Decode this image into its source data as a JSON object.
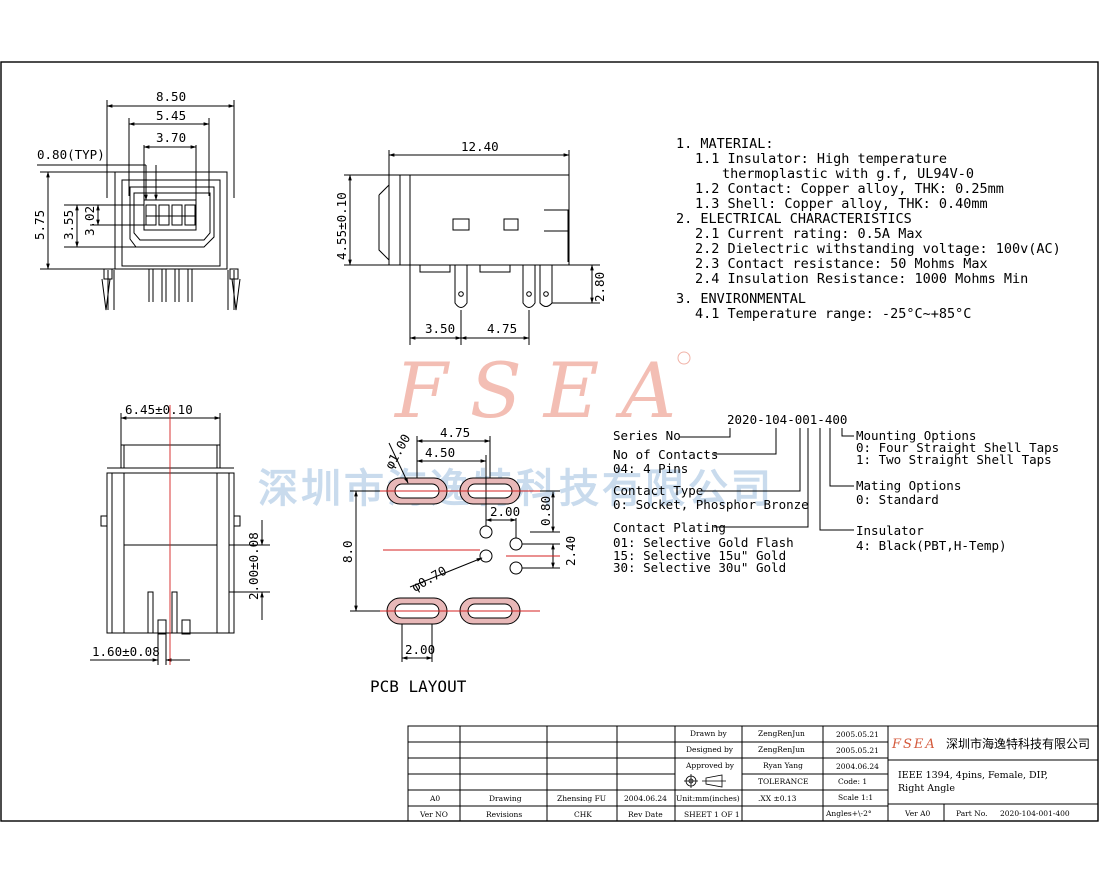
{
  "views": {
    "front": {
      "dims": [
        "8.50",
        "5.45",
        "3.70",
        "0.80(TYP)",
        "5.75",
        "3.55",
        "3.02"
      ]
    },
    "side": {
      "dims": [
        "12.40",
        "4.55±0.10",
        "2.80",
        "3.50",
        "4.75"
      ]
    },
    "bottom": {
      "dims": [
        "6.45±0.10",
        "2.00±0.08",
        "1.60±0.08"
      ]
    },
    "pcb": {
      "dims": [
        "4.75",
        "4.50",
        "φ1.00",
        "2.00",
        "0.80",
        "8.0",
        "2.40",
        "φ0.70",
        "2.00"
      ],
      "title": "PCB  LAYOUT"
    }
  },
  "specs": {
    "lines": [
      "1. MATERIAL:",
      "1.1 Insulator: High temperature",
      "thermoplastic with g.f, UL94V-0",
      "1.2 Contact: Copper alloy, THK: 0.25mm",
      "1.3 Shell: Copper alloy, THK: 0.40mm",
      "2. ELECTRICAL CHARACTERISTICS",
      "2.1 Current rating: 0.5A Max",
      "2.2 Dielectric withstanding voltage: 100v(AC)",
      "2.3 Contact resistance: 50 Mohms Max",
      "2.4 Insulation Resistance: 1000 Mohms Min",
      "3. ENVIRONMENTAL",
      "4.1 Temperature range: -25°C~+85°C"
    ]
  },
  "part_number": {
    "code": "2020-104-001-400",
    "left_labels": [
      "Series No",
      "No of Contacts",
      "04: 4 Pins",
      "Contact Type",
      "0: Socket, Phosphor Bronze",
      "Contact Plating",
      "01: Selective Gold Flash",
      "15: Selective 15u\" Gold",
      "30: Selective 30u\" Gold"
    ],
    "right_labels": [
      "Mounting Options",
      "0: Four Straight Shell Taps",
      "1: Two Straight Shell Taps",
      "Mating Options",
      "0: Standard",
      "Insulator",
      "4: Black(PBT,H-Temp)"
    ]
  },
  "watermark": {
    "logo": "FSEA",
    "company": "深圳市海逸特科技有限公司"
  },
  "title_block": {
    "drawn_label": "Drawn  by",
    "drawn_name": "ZengRenJun",
    "drawn_date": "2005.05.21",
    "designed_label": "Designed by",
    "designed_name": "ZengRenJun",
    "designed_date": "2005.05.21",
    "approved_label": "Approved by",
    "approved_name": "Ryan Yang",
    "approved_date": "2004.06.24",
    "tolerance_label": "TOLERANCE",
    "code": "Code: 1",
    "units": "Unit:mm(inches)",
    "tolerance_value": ".XX  ±0.13",
    "scale": "Scale 1:1",
    "sheet": "SHEET 1 OF 1",
    "angles": "Angles+\\-2°",
    "rev_row": [
      "A0",
      "Drawing",
      "Zhensing FU",
      "2004.06.24"
    ],
    "header_row": [
      "Ver NO",
      "Revisions",
      "CHK",
      "Rev Date"
    ],
    "logo": "FSEA",
    "company": "深圳市海逸特科技有限公司",
    "description_1": "IEEE 1394, 4pins, Female, DIP,",
    "description_2": "Right Angle",
    "ver": "Ver A0",
    "part_label": "Part No.",
    "part_no": "2020-104-001-400"
  },
  "colors": {
    "line": "#000000",
    "center_line": "#d42020",
    "pad_fill": "#e8b8b8",
    "watermark_logo": "#f1b3a8",
    "watermark_text": "#c4d8ec"
  }
}
